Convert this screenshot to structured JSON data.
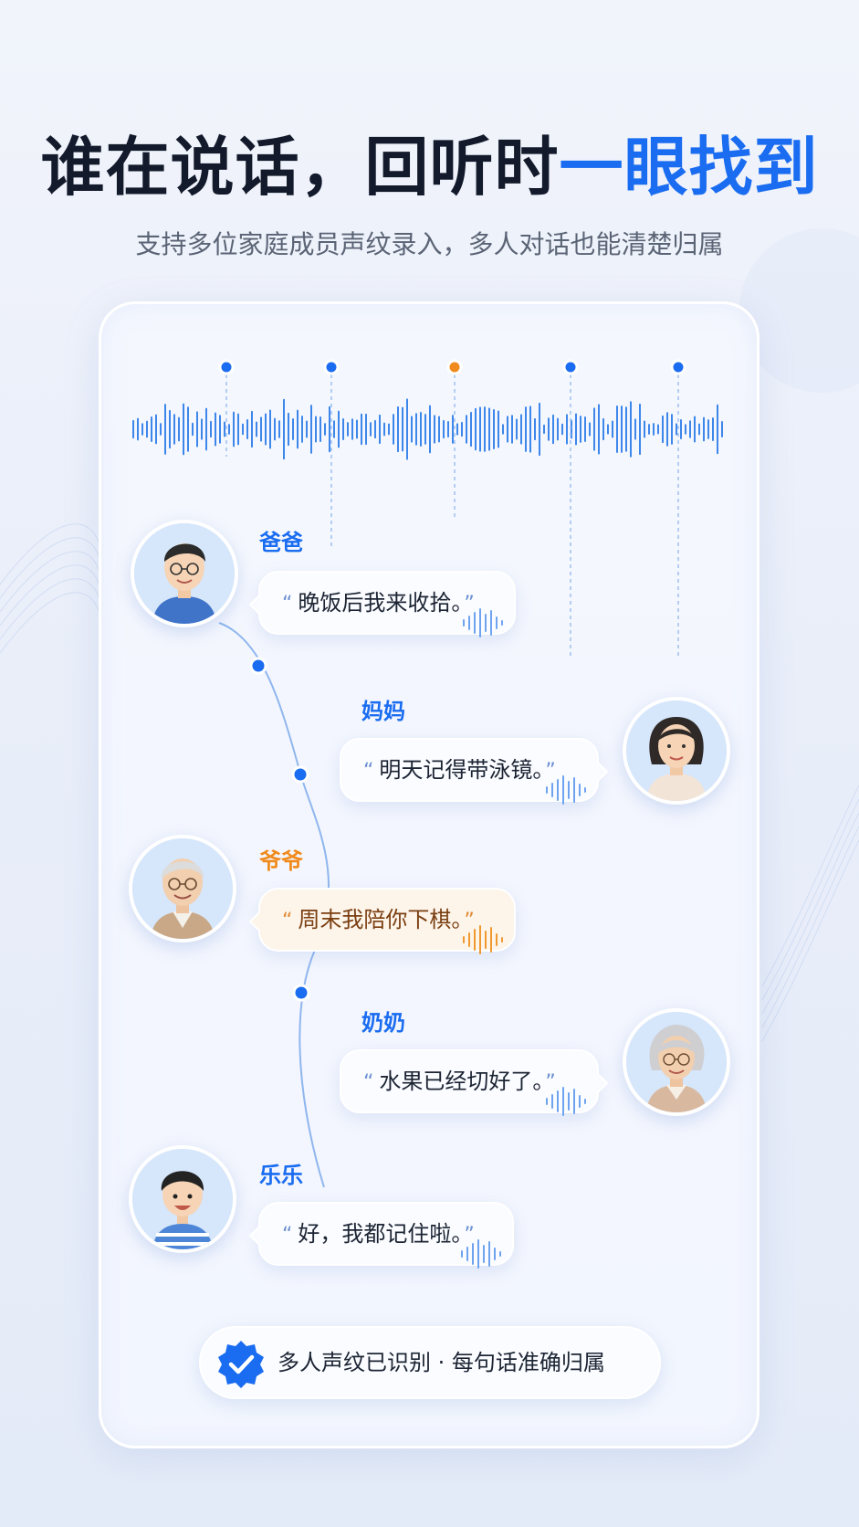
{
  "headline": {
    "part1": "谁在说话，回听时",
    "accent": "一眼找到"
  },
  "subheadline": "支持多位家庭成员声纹录入，多人对话也能清楚归属",
  "colors": {
    "accent": "#1a6cf0",
    "highlight": "#f08a1c",
    "text": "#121a2b"
  },
  "conversation": [
    {
      "speaker": "爸爸",
      "text": "晚饭后我来收拾。",
      "open_quote": "“",
      "close_quote": "”"
    },
    {
      "speaker": "妈妈",
      "text": "明天记得带泳镜。",
      "open_quote": "“",
      "close_quote": "”"
    },
    {
      "speaker": "爷爷",
      "text": "周末我陪你下棋。",
      "open_quote": "“",
      "close_quote": "”"
    },
    {
      "speaker": "奶奶",
      "text": "水果已经切好了。",
      "open_quote": "“",
      "close_quote": "”"
    },
    {
      "speaker": "乐乐",
      "text": "好，我都记住啦。",
      "open_quote": "“",
      "close_quote": "”"
    }
  ],
  "status": {
    "text": "多人声纹已识别 · 每句话准确归属",
    "icon": "check-badge-icon"
  }
}
